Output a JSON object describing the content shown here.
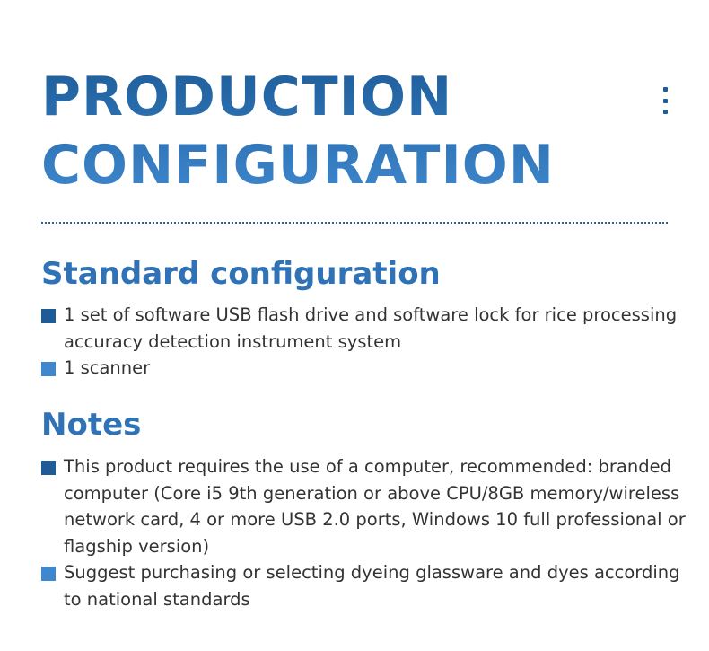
{
  "header": {
    "title_line1": "PRODUCTION",
    "title_line2": "CONFIGURATION",
    "menu_icon": "vertical-ellipsis-icon"
  },
  "sections": [
    {
      "title": "Standard configuration",
      "items": [
        {
          "bullet_color": "#1f5c97",
          "text": "1 set of software USB flash drive and software lock for rice processing accuracy detection instrument system"
        },
        {
          "bullet_color": "#3f87cf",
          "text": "1 scanner"
        }
      ]
    },
    {
      "title": "Notes",
      "items": [
        {
          "bullet_color": "#1f5c97",
          "text": "This product requires the use of a computer, recommended: branded computer (Core i5 9th generation or above CPU/8GB memory/wireless network card, 4 or more USB 2.0 ports, Windows 10 full professional or flagship version)"
        },
        {
          "bullet_color": "#3f87cf",
          "text": "Suggest purchasing or selecting dyeing glassware and dyes according to national standards"
        }
      ]
    }
  ],
  "colors": {
    "title_gradient_top": "#1d5d99",
    "title_gradient_bottom": "#3f88cf",
    "section_title": "#2f72b5",
    "body_text": "#333333",
    "divider": "#2b5f96"
  }
}
